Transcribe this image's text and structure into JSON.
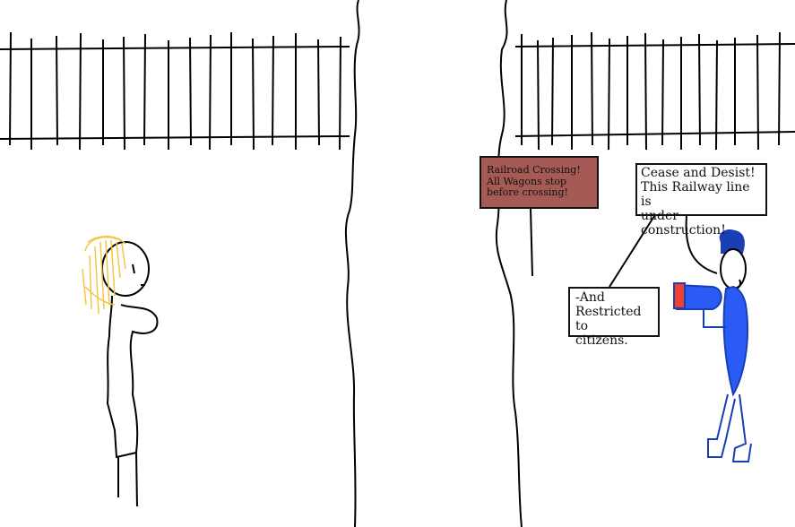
{
  "sign": {
    "lines": [
      "Railroad Crossing!",
      "All Wagons stop",
      "before crossing!"
    ]
  },
  "speech_bubble_1": {
    "lines": [
      "Cease and Desist!",
      "This Railway line is",
      "under construction!"
    ]
  },
  "speech_bubble_2": {
    "lines": [
      "-And",
      "Restricted to",
      "citizens."
    ]
  },
  "colors": {
    "sign": "#a55a55",
    "uniform": "#2a5cf5",
    "hair": "#f5c542",
    "megaphone_tip": "#f04030"
  }
}
